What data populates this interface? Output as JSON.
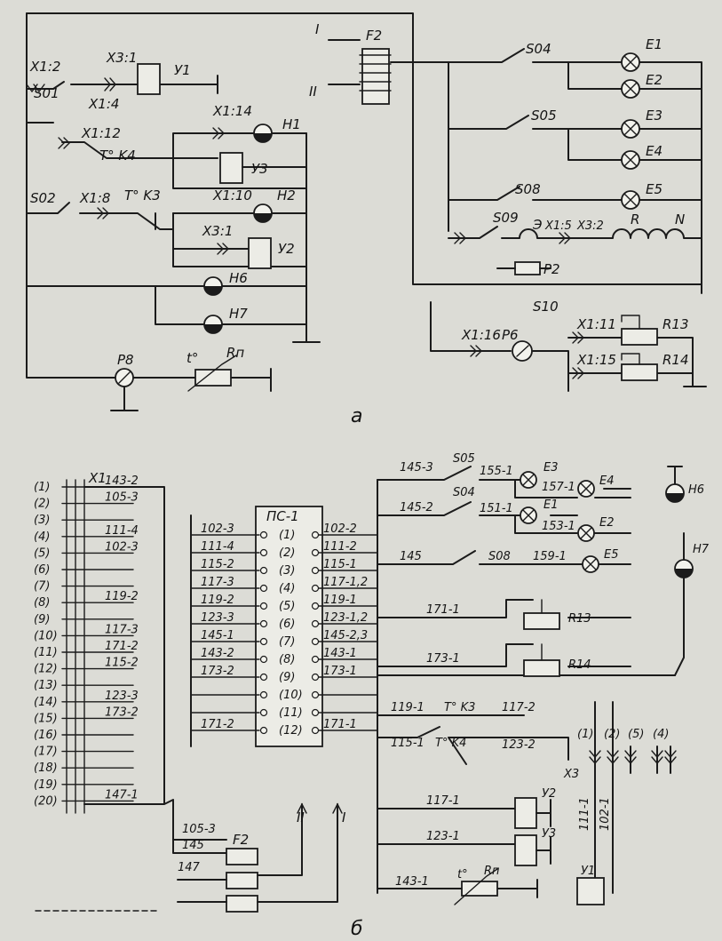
{
  "figure_a": {
    "caption": "а",
    "connectors": {
      "x1_2": "X1:2",
      "x1_4": "X1:4",
      "x3_1a": "X3:1",
      "x1_12": "X1:12",
      "x1_14": "X1:14",
      "x1_8": "X1:8",
      "x1_10": "X1:10",
      "x3_1b": "X3:1",
      "x1_5": "X1:5",
      "x3_2": "X3:2",
      "x1_16": "X1:16",
      "x1_11": "X1:11",
      "x1_15": "X1:15"
    },
    "switches": {
      "s01": "S01",
      "s02": "S02",
      "s04": "S04",
      "s05": "S05",
      "s08": "S08",
      "s09": "S09",
      "s10": "S10"
    },
    "relays": {
      "y1": "У1",
      "y2": "У2",
      "y3": "У3"
    },
    "thermo": {
      "k4": "T° K4",
      "k3": "T° K3"
    },
    "indicators": {
      "h1": "H1",
      "h2": "H2",
      "h6": "H6",
      "h7": "H7"
    },
    "lamps": {
      "e1": "E1",
      "e2": "E2",
      "e3": "E3",
      "e4": "E4",
      "e5": "E5"
    },
    "heater": {
      "e": "Э",
      "r": "R",
      "n": "N"
    },
    "transformer": {
      "name": "F2",
      "w1": "I",
      "w2": "II"
    },
    "gauges": {
      "p2": "P2",
      "p6": "P6",
      "p8": "P8"
    },
    "rheostats": {
      "r13": "R13",
      "r14": "R14"
    },
    "sensor": {
      "t": "t°",
      "rp": "Rп"
    }
  },
  "figure_b": {
    "caption": "б",
    "x1": {
      "title": "X1",
      "pins": [
        "(1)",
        "(2)",
        "(3)",
        "(4)",
        "(5)",
        "(6)",
        "(7)",
        "(8)",
        "(9)",
        "(10)",
        "(11)",
        "(12)",
        "(13)",
        "(14)",
        "(15)",
        "(16)",
        "(17)",
        "(18)",
        "(19)",
        "(20)"
      ],
      "wires": [
        "143-2",
        "105-3",
        "111-4",
        "102-3",
        "119-2",
        "117-3",
        "171-2",
        "115-2",
        "123-3",
        "173-2",
        "147-1"
      ]
    },
    "block": {
      "title": "ПС-1",
      "pins": [
        "(1)",
        "(2)",
        "(3)",
        "(4)",
        "(5)",
        "(6)",
        "(7)",
        "(8)",
        "(9)",
        "(10)",
        "(11)",
        "(12)"
      ],
      "left": [
        "102-3",
        "111-4",
        "115-2",
        "117-3",
        "119-2",
        "123-3",
        "145-1",
        "143-2",
        "173-2",
        "",
        "",
        "171-2"
      ],
      "right": [
        "102-2",
        "111-2",
        "115-1",
        "117-1,2",
        "119-1",
        "123-1,2",
        "145-2,3",
        "143-1",
        "173-1",
        "",
        "",
        "171-1"
      ]
    },
    "right_labels": {
      "w145_3": "145-3",
      "s05": "S05",
      "w155_1": "155-1",
      "e3": "E3",
      "w157_1": "157-1",
      "e4": "E4",
      "w145_2": "145-2",
      "s04": "S04",
      "w151_1": "151-1",
      "e1": "E1",
      "w153_1": "153-1",
      "e2": "E2",
      "w145": "145",
      "s08": "S08",
      "w159_1": "159-1",
      "e5": "E5",
      "w171_1": "171-1",
      "r13": "R13",
      "w173_1": "173-1",
      "r14": "R14",
      "h6": "H6",
      "h7": "H7",
      "w119_1": "119-1",
      "k3": "T° K3",
      "w117_2": "117-2",
      "w115_1": "115-1",
      "k4": "T° K4",
      "w123_2": "123-2",
      "x3": "X3",
      "x3_pins": [
        "(1)",
        "(2)",
        "(5)",
        "(4)"
      ],
      "w111_1": "111-1",
      "w102_1": "102-1",
      "w117_1": "117-1",
      "y2": "У2",
      "w123_1": "123-1",
      "y3": "У3",
      "w143_1": "143-1",
      "t": "t°",
      "rp": "Rп",
      "y1": "У1"
    },
    "transformer": {
      "name": "F2",
      "w105_3": "105-3",
      "w145": "145",
      "w147": "147",
      "ii": "II",
      "i": "I"
    }
  }
}
